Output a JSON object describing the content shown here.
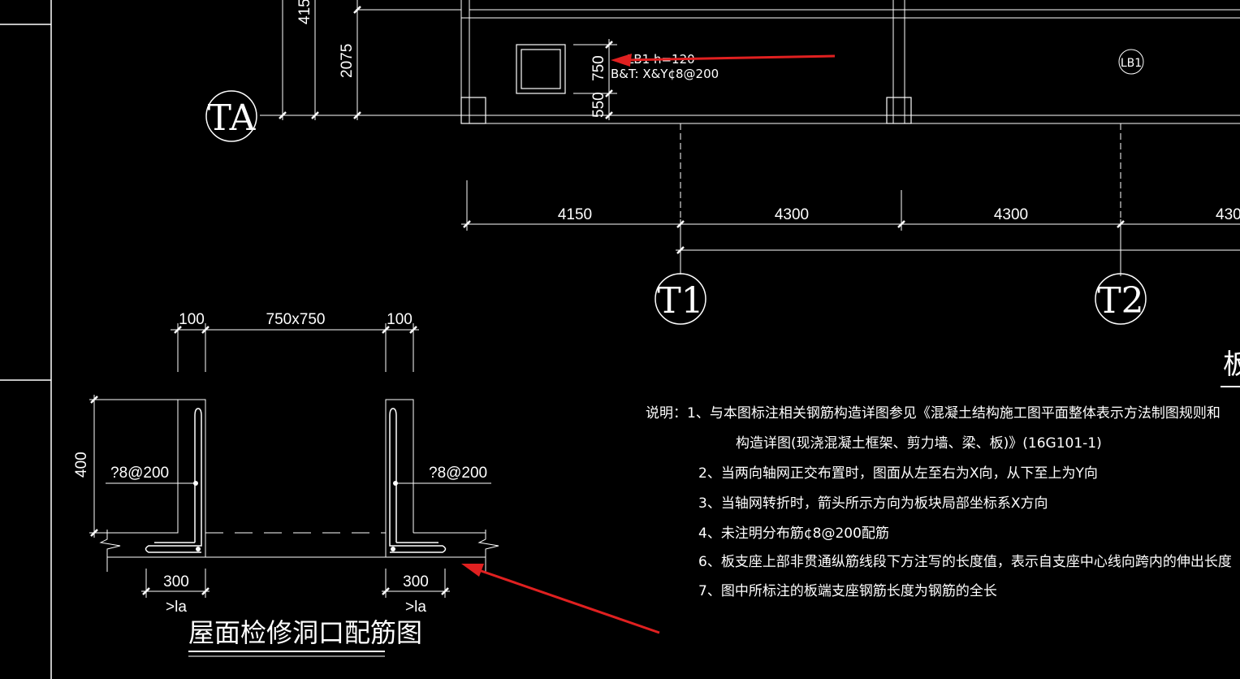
{
  "colors": {
    "background": "#000000",
    "lines": "#ffffff",
    "arrow": "#e02020"
  },
  "axes": {
    "ta": "TA",
    "t1": "T1",
    "t2": "T2"
  },
  "plan": {
    "dim_4150_partial": "415",
    "dim_2075": "2075",
    "dim_750": "750",
    "dim_550": "550",
    "slab_label_partial": "LB1 h=120",
    "rebar_label": "B&T: X&Y¢8@200",
    "lb1_tag": "LB1",
    "span_1": "4150",
    "span_2": "4300",
    "span_3": "4300",
    "span_4_partial": "430",
    "right_cut_char": "板"
  },
  "detail": {
    "dim_left": "100",
    "dim_opening": "750x750",
    "dim_right": "100",
    "dim_height": "400",
    "bar_left": "?8@200",
    "bar_right": "?8@200",
    "anchor_left": "300",
    "anchor_right": "300",
    "la_left": ">la",
    "la_right": ">la",
    "title": "屋面检修洞口配筋图"
  },
  "notes": {
    "line1": "说明：1、与本图标注相关钢筋构造详图参见《混凝土结构施工图平面整体表示方法制图规则和",
    "line1b": "构造详图(现浇混凝土框架、剪力墙、梁、板)》(16G101-1)",
    "line2": "2、当两向轴网正交布置时，图面从左至右为X向，从下至上为Y向",
    "line3": "3、当轴网转折时，箭头所示方向为板块局部坐标系X方向",
    "line4": "4、未注明分布筋¢8@200配筋",
    "line6": "6、板支座上部非贯通纵筋线段下方注写的长度值，表示自支座中心线向跨内的伸出长度",
    "line7": "7、图中所标注的板端支座钢筋长度为钢筋的全长"
  }
}
